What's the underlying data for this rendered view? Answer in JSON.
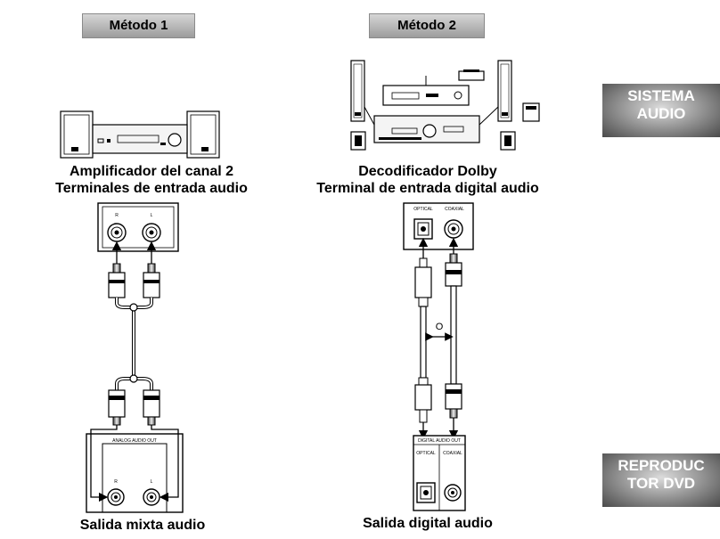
{
  "methods": {
    "method1_label": "Método 1",
    "method2_label": "Método 2"
  },
  "side_labels": {
    "audio_system_line1": "SISTEMA",
    "audio_system_line2": "AUDIO",
    "dvd_player_line1": "REPRODUC",
    "dvd_player_line2": "TOR DVD"
  },
  "method1": {
    "amp_caption_line1": "Amplificador del canal 2",
    "amp_caption_line2": "Terminales de entrada audio",
    "jack_right": "R",
    "jack_left": "L",
    "output_panel_title": "ANALOG AUDIO OUT",
    "output_caption": "Salida mixta audio"
  },
  "method2": {
    "decoder_caption_line1": "Decodificador Dolby",
    "decoder_caption_line2": "Terminal de entrada digital audio",
    "optical_label": "OPTICAL",
    "coaxial_label": "COAXIAL",
    "or_label": "O",
    "output_panel_title": "DIGITAL AUDIO OUT",
    "output_caption": "Salida digital audio"
  },
  "colors": {
    "badge_top": "#d6d6d6",
    "badge_bottom": "#9c9c9c",
    "side_box_dark": "#4a4a4a"
  }
}
